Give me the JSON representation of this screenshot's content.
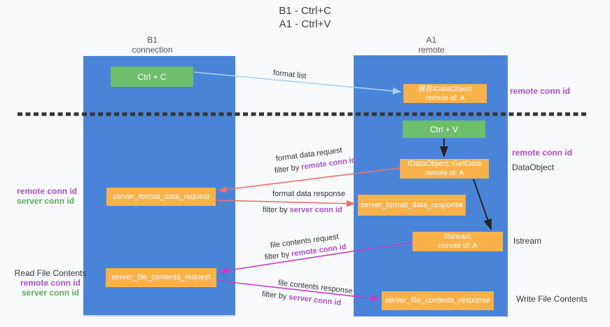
{
  "title": {
    "line1": "B1 - Ctrl+C",
    "line2": "A1 - Ctrl+V"
  },
  "lanes": {
    "b1": {
      "name": "B1",
      "sub": "connection"
    },
    "a1": {
      "name": "A1",
      "sub": "remote"
    }
  },
  "nodes": {
    "ctrl_c": {
      "label": "Ctrl + C"
    },
    "ctrl_v": {
      "label": "Ctrl + V"
    },
    "save_idataobject": {
      "line1": "保存IDataObject",
      "line2": "remote id: A"
    },
    "getdata": {
      "line1": "IDataObject::GetData",
      "line2": "remote id: A"
    },
    "istream": {
      "line1": "IStream",
      "line2": "remote id: A"
    },
    "format_request": {
      "label": "server_format_data_request"
    },
    "format_response": {
      "label": "server_format_data_response"
    },
    "file_request": {
      "label": "server_file_contents_request"
    },
    "file_response": {
      "label": "server_file_contents_response"
    }
  },
  "arrows": {
    "format_list": {
      "label": "format list"
    },
    "format_data_request": {
      "label": "format data request",
      "filter_prefix": "filter by ",
      "filter_key": "remote conn id"
    },
    "format_data_response": {
      "label": "format data response",
      "filter_prefix": "filter by ",
      "filter_key": "server conn id"
    },
    "file_contents_request": {
      "label": "file contents request",
      "filter_prefix": "filter by ",
      "filter_key": "remote conn id"
    },
    "file_contents_response": {
      "label": "file contents response",
      "filter_prefix": "filter by ",
      "filter_key": "server conn id"
    }
  },
  "side_labels": {
    "right_top_conn": "remote conn id",
    "right_mid_conn": "remote conn id",
    "dataobject": "DataObject",
    "istream": "Istream",
    "write_file": "Write File Contents",
    "read_file": "Read File Contents",
    "left_mid_remote": "remote conn id",
    "left_mid_server": "server conn id",
    "left_bottom_remote": "remote conn id",
    "left_bottom_server": "server conn id"
  },
  "colors": {
    "lane_blue": "#4a84d9",
    "box_green": "#6dbd6a",
    "box_orange": "#f9b149",
    "conn_purple": "#ab4fc5",
    "conn_green": "#5cad5c",
    "arrow_light_blue": "#a8d2f0",
    "arrow_red": "#f06e6e",
    "arrow_magenta": "#c73ec7",
    "arrow_black": "#222222",
    "dashed_line": "#333333"
  }
}
